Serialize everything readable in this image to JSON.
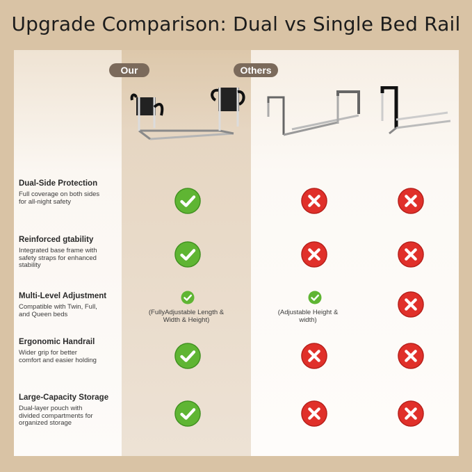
{
  "title": "Upgrade Comparison: Dual vs Single Bed Rail",
  "columns": {
    "our_label": "Our",
    "others_label": "Others"
  },
  "features": [
    {
      "title": "Dual-Side Protection",
      "description": "Full coverage on both sides for all-night safety",
      "our": "check",
      "other1": "cross",
      "other2": "cross"
    },
    {
      "title": "Reinforced gtability",
      "description": "Integrated base frame with safety straps for enhanced stability",
      "our": "check",
      "other1": "cross",
      "other2": "cross"
    },
    {
      "title": "Multi-Level Adjustment",
      "description": "Compatible with Twin, Full, and Queen beds",
      "our": "check-small",
      "our_note": "(FullyAdjustable Length & Width & Height)",
      "other1": "check-small",
      "other1_note": "(Adjustable Height & width)",
      "other2": "cross"
    },
    {
      "title": "Ergonomic Handrail",
      "description": "Wider grip for better comfort and easier holding",
      "our": "check",
      "other1": "cross",
      "other2": "cross"
    },
    {
      "title": "Large-Capacity Storage",
      "description": "Dual-layer pouch with divided compartments for organized storage",
      "our": "check",
      "other1": "cross",
      "other2": "cross"
    }
  ],
  "colors": {
    "check_green": "#5fb533",
    "cross_red": "#e0302a",
    "pill_brown": "#7b6a5b",
    "background_tan": "#d9c3a5"
  },
  "icons": {
    "check": "check-circle-icon",
    "cross": "x-circle-icon"
  }
}
